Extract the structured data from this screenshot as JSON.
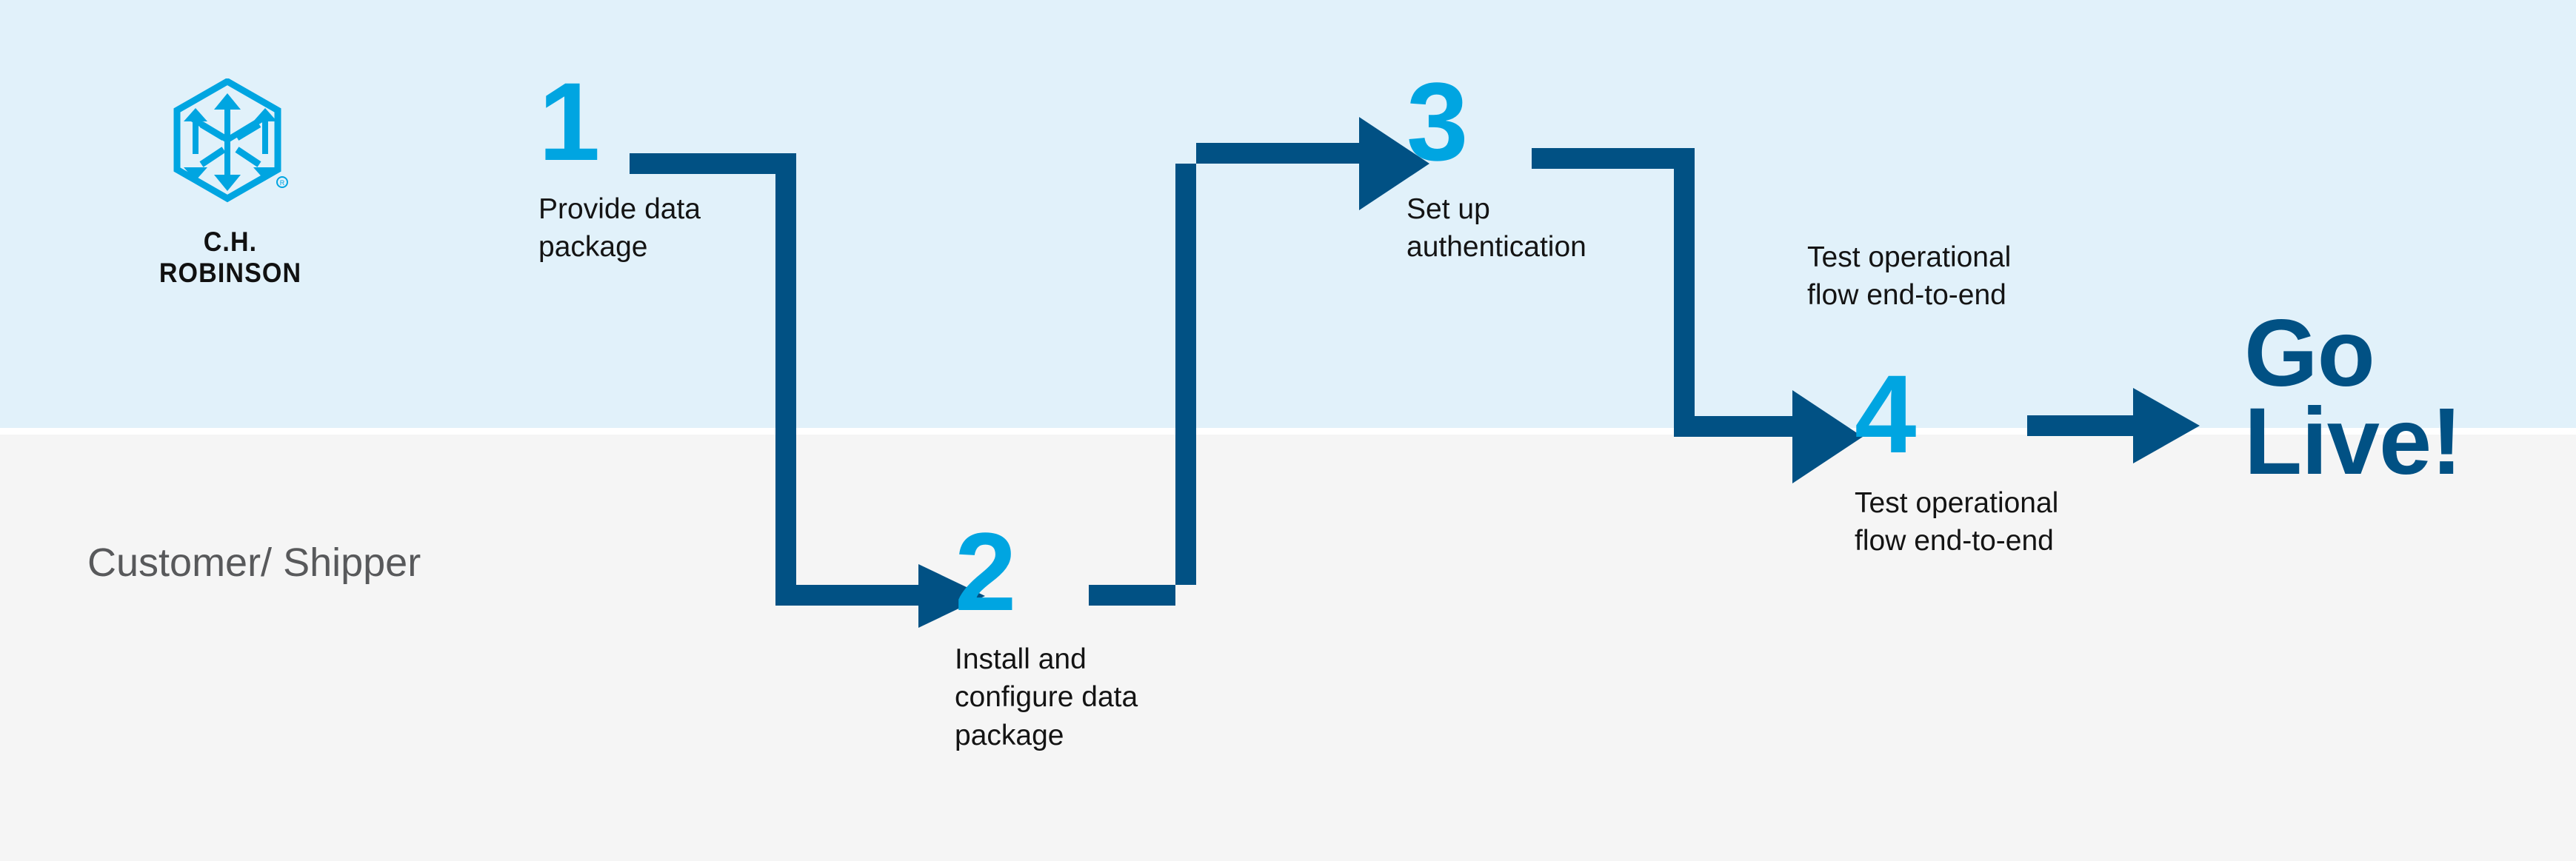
{
  "brand": {
    "logo_icon": "ch-robinson-hexagon-logo",
    "wordmark": "C.H. ROBINSON",
    "registered_mark": "®"
  },
  "colors": {
    "band_top": "#e1f1fa",
    "band_bottom": "#f5f5f5",
    "accent_cyan": "#00a5e1",
    "dark_blue": "#015184",
    "text_dark": "#141414",
    "lane_label_gray": "#58595b"
  },
  "lane": {
    "label": "Customer/\nShipper"
  },
  "steps": [
    {
      "number": "1",
      "text": "Provide data\npackage"
    },
    {
      "number": "2",
      "text": "Install and\nconfigure data\npackage"
    },
    {
      "number": "3",
      "text": "Set up\nauthentication"
    },
    {
      "number": "4",
      "text": "Test operational\nflow end-to-end"
    }
  ],
  "extra_labels": {
    "upper_test": "Test operational\nflow end-to-end"
  },
  "final": {
    "label": "Go\nLive!"
  },
  "connectors": [
    {
      "name": "step1-to-step2",
      "from": "1",
      "to": "2",
      "shape": "right-down-right-arrow"
    },
    {
      "name": "step2-to-step3",
      "from": "2",
      "to": "3",
      "shape": "right-up-right-arrow"
    },
    {
      "name": "step3-to-step4",
      "from": "3",
      "to": "4",
      "shape": "right-down-right-arrow"
    },
    {
      "name": "step4-to-go-live",
      "from": "4",
      "to": "Go Live!",
      "shape": "right-arrow"
    }
  ]
}
